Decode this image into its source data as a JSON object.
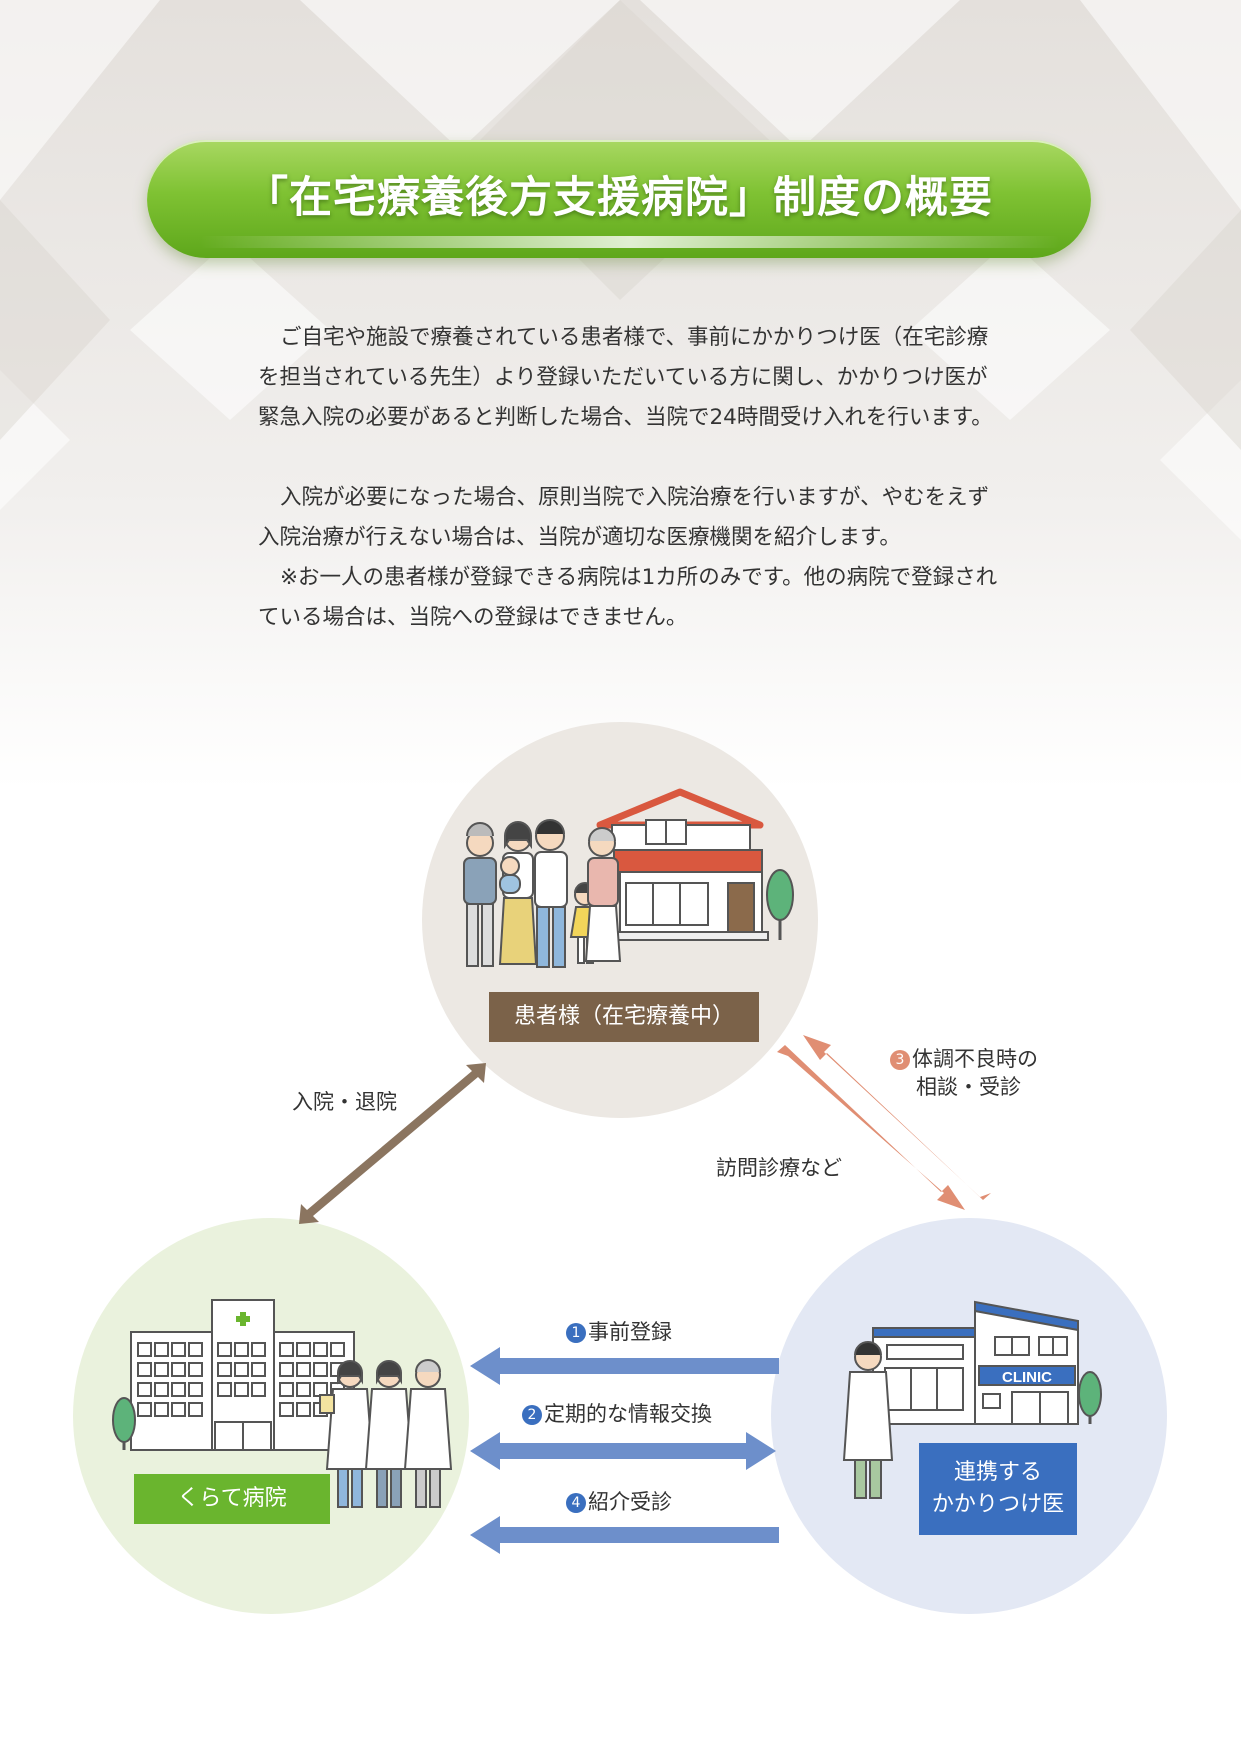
{
  "title": "「在宅療養後方支援病院」制度の概要",
  "paragraphs": [
    "ご自宅や施設で療養されている患者様で、事前にかかりつけ医（在宅診療を担当されている先生）より登録いただいている方に関し、かかりつけ医が緊急入院の必要があると判断した場合、当院で24時間受け入れを行います。",
    "入院が必要になった場合、原則当院で入院治療を行いますが、やむをえず入院治療が行えない場合は、当院が適切な医療機関を紹介します。",
    "※お一人の患者様が登録できる病院は1カ所のみです。他の病院で登録されている場合は、当院への登録はできません。"
  ],
  "nodes": {
    "patient": "患者様（在宅療養中）",
    "hospital": "くらて病院",
    "clinic_line1": "連携する",
    "clinic_line2": "かかりつけ医",
    "clinic_sign": "CLINIC"
  },
  "edges": {
    "admission": "入院・退院",
    "visit": "訪問診療など",
    "consult_num": "3",
    "consult_line1": "体調不良時の",
    "consult_line2": "相談・受診",
    "register_num": "1",
    "register": "事前登録",
    "exchange_num": "2",
    "exchange": "定期的な情報交換",
    "referral_num": "4",
    "referral": "紹介受診"
  },
  "colors": {
    "title_green": "#7fc233",
    "patient_circle": "#ece8e3",
    "patient_label": "#7b6249",
    "hospital_circle": "#eaf2dd",
    "hospital_label": "#6ab52e",
    "clinic_circle": "#e3e8f4",
    "clinic_label": "#3a6fbf",
    "arrow_brown": "#8b7560",
    "arrow_salmon": "#e08e73",
    "arrow_blue": "#6d8fcb"
  },
  "icons": [
    "family-illustration",
    "house-illustration",
    "hospital-building-illustration",
    "doctors-illustration",
    "clinic-building-illustration",
    "tree-icon"
  ]
}
